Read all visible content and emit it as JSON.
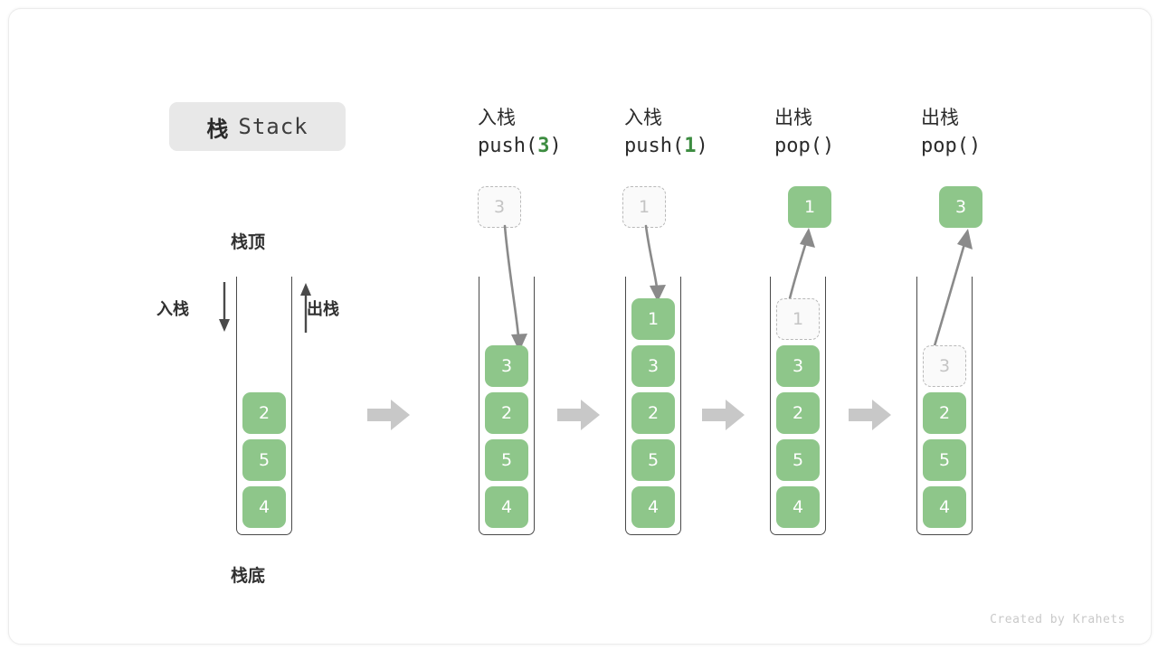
{
  "figure": {
    "title_cn": "栈",
    "title_en": "Stack",
    "label_top": "栈顶",
    "label_bottom": "栈底",
    "label_push_side": "入栈",
    "label_pop_side": "出栈",
    "footer": "Created by Krahets"
  },
  "colors": {
    "element_green": "#8ec68a",
    "accent_green_text": "#3c8c40",
    "ghost_gray": "#c4c4c4",
    "wall_gray": "#4a4a4a",
    "arrow_gray": "#c8c8c8",
    "badge_gray": "#e8e8e8"
  },
  "steps": [
    {
      "id": "initial",
      "op": "",
      "fn_prefix": "",
      "fn_arg": "",
      "fn_suffix": "",
      "stack": [
        "2",
        "5",
        "4"
      ],
      "floating": null,
      "ghost_in_stack": null
    },
    {
      "id": "push-3",
      "op": "入栈",
      "fn_prefix": "push(",
      "fn_arg": "3",
      "fn_suffix": ")",
      "stack": [
        "3",
        "2",
        "5",
        "4"
      ],
      "floating": {
        "value": "3",
        "style": "ghost"
      },
      "ghost_in_stack": null
    },
    {
      "id": "push-1",
      "op": "入栈",
      "fn_prefix": "push(",
      "fn_arg": "1",
      "fn_suffix": ")",
      "stack": [
        "1",
        "3",
        "2",
        "5",
        "4"
      ],
      "floating": {
        "value": "1",
        "style": "ghost"
      },
      "ghost_in_stack": null
    },
    {
      "id": "pop-1",
      "op": "出栈",
      "fn_prefix": "pop(",
      "fn_arg": "",
      "fn_suffix": ")",
      "stack": [
        "3",
        "2",
        "5",
        "4"
      ],
      "floating": {
        "value": "1",
        "style": "solid"
      },
      "ghost_in_stack": {
        "value": "1",
        "slot": 0
      }
    },
    {
      "id": "pop-3",
      "op": "出栈",
      "fn_prefix": "pop(",
      "fn_arg": "",
      "fn_suffix": ")",
      "stack": [
        "2",
        "5",
        "4"
      ],
      "floating": {
        "value": "3",
        "style": "solid"
      },
      "ghost_in_stack": {
        "value": "3",
        "slot": 1
      }
    }
  ],
  "separators": [
    "→",
    "→",
    "→",
    "→"
  ]
}
